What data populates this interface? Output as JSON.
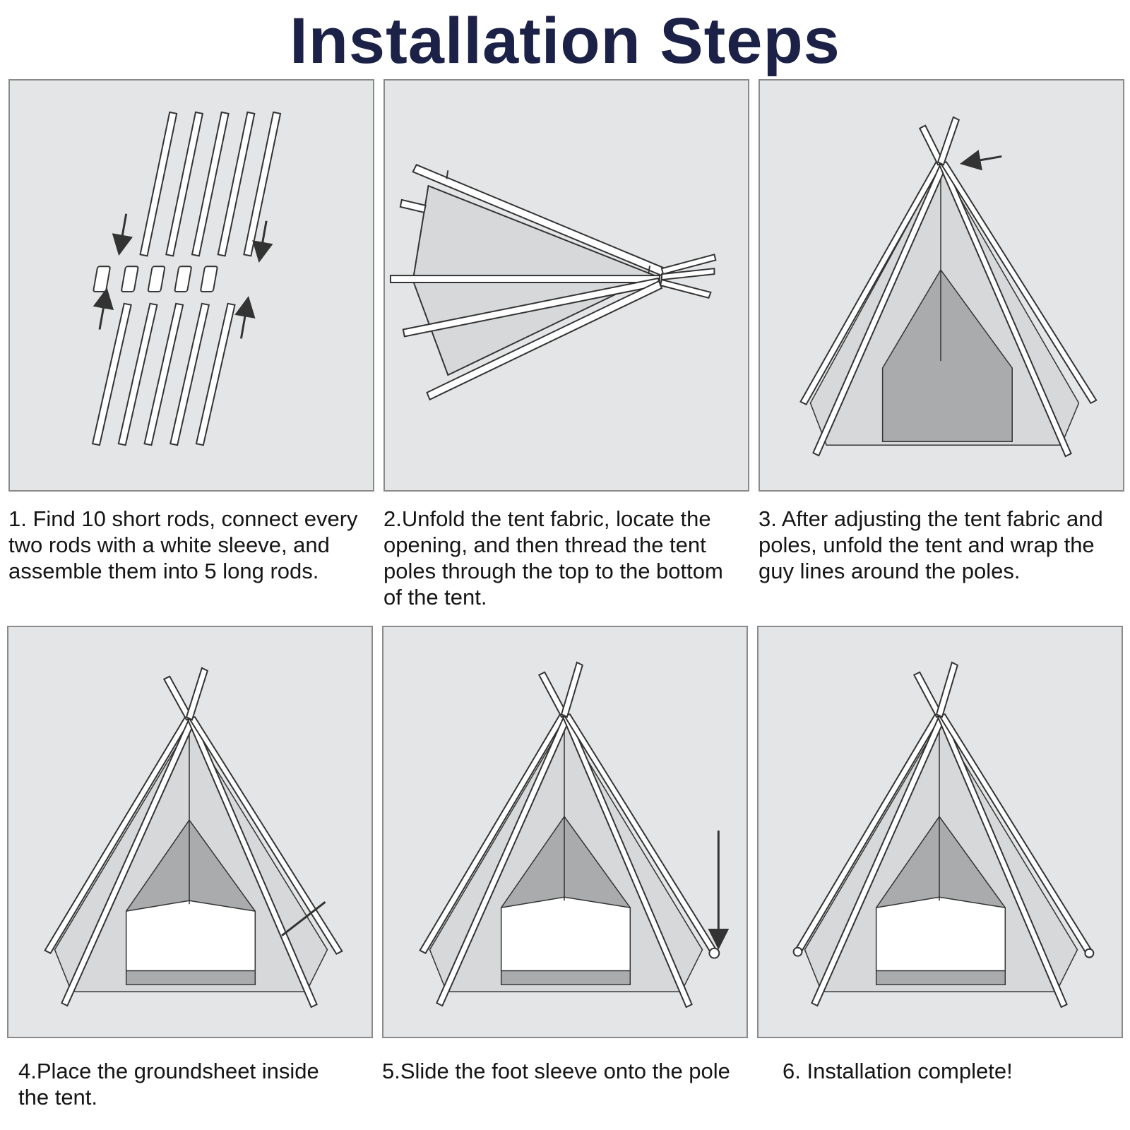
{
  "title": "Installation Steps",
  "steps": [
    {
      "caption": "1. Find 10 short rods, connect every two rods with a white sleeve, and assemble them into 5 long rods."
    },
    {
      "caption": "2.Unfold the tent fabric, locate the opening, and then thread the tent poles through the top to the bottom of the tent."
    },
    {
      "caption": "3. After adjusting the tent fabric and poles, unfold the tent and wrap the guy lines around the poles."
    },
    {
      "caption": "4.Place the groundsheet inside the tent."
    },
    {
      "caption": "5.Slide the foot sleeve onto the pole"
    },
    {
      "caption": "6. Installation complete!"
    }
  ],
  "colors": {
    "title": "#1b2147",
    "panel_bg": "#e3e5e6",
    "tent_fabric": "#d6d8d9",
    "tent_door": "#a9abac",
    "pole": "#ffffff",
    "outline": "#333333"
  }
}
